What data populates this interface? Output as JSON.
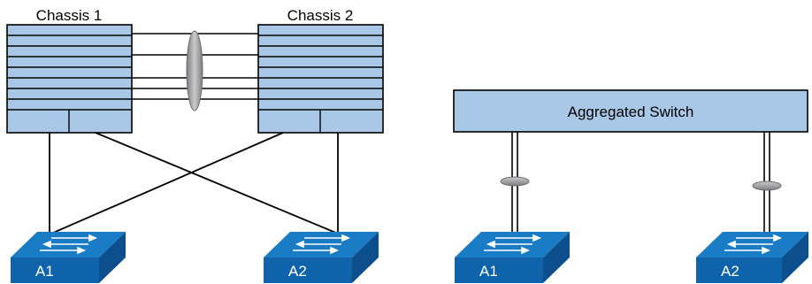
{
  "left": {
    "chassis1_label": "Chassis 1",
    "chassis2_label": "Chassis 2",
    "switch_a1_label": "A1",
    "switch_a2_label": "A2"
  },
  "right": {
    "aggregated_label": "Aggregated Switch",
    "switch_a1_label": "A1",
    "switch_a2_label": "A2"
  },
  "colors": {
    "chassis_fill": "#a9c8e8",
    "switch_top": "#1a7cc4",
    "switch_side": "#0d4e8c",
    "switch_front": "#0f63aa",
    "bundle": "#a7a7a9",
    "line": "#000000"
  }
}
